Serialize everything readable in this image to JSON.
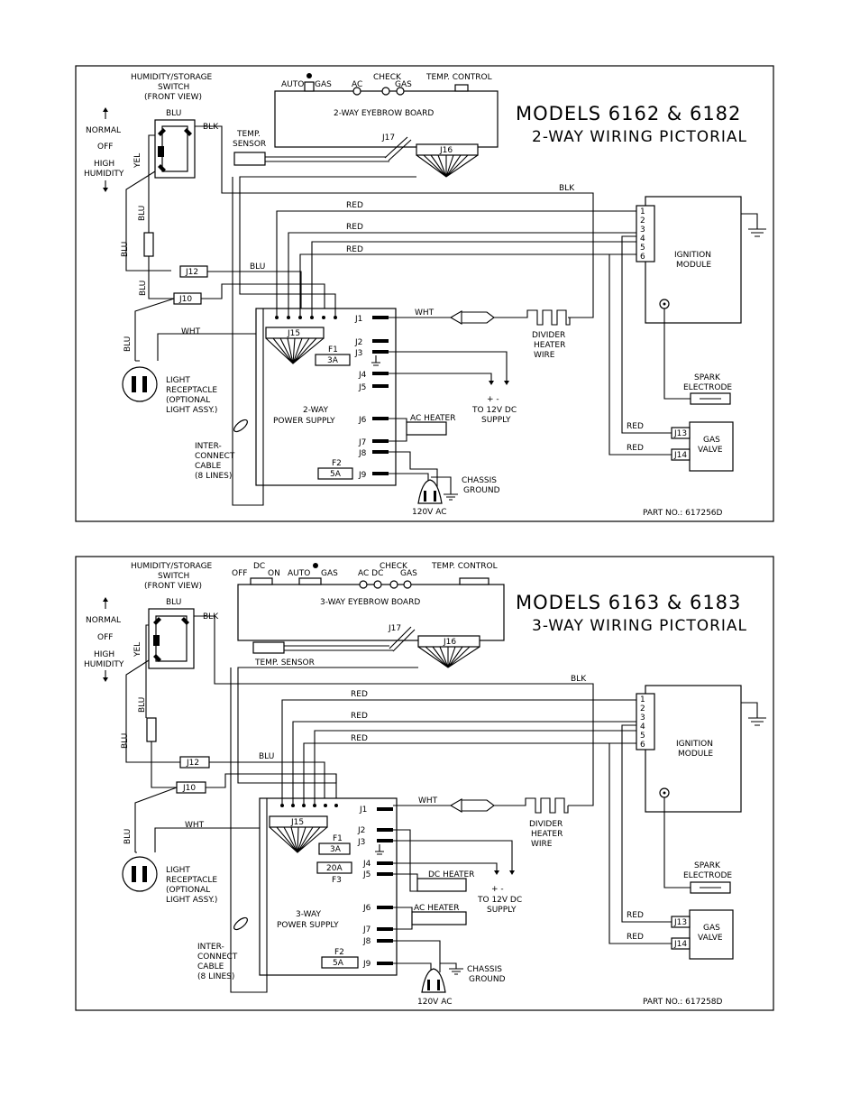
{
  "diagrams": [
    {
      "key": "d1",
      "title": "MODELS 6162 & 6182",
      "subtitle": "2-WAY WIRING PICTORIAL",
      "part_no": "PART NO.: 617256D",
      "board": "2-WAY EYEBROW BOARD",
      "board_controls": [
        "AUTO",
        "GAS",
        "AC",
        "CHECK",
        "GAS",
        "TEMP. CONTROL"
      ],
      "switch_label": [
        "HUMIDITY/STORAGE",
        "SWITCH",
        "(FRONT VIEW)"
      ],
      "switch_positions": [
        "NORMAL",
        "OFF",
        "HIGH",
        "HUMIDITY"
      ],
      "temp_sensor": [
        "TEMP.",
        "SENSOR"
      ],
      "power_supply": [
        "2-WAY",
        "POWER SUPPLY"
      ],
      "fuses": [
        {
          "name": "F1",
          "rating": "3A"
        },
        {
          "name": "F2",
          "rating": "5A"
        }
      ],
      "terminals": [
        "J1",
        "J2",
        "J3",
        "J4",
        "J5",
        "J6",
        "J7",
        "J8",
        "J9"
      ],
      "connectors": [
        "J17",
        "J16",
        "J15",
        "J12",
        "J10",
        "J13",
        "J14"
      ],
      "wires": [
        "BLU",
        "BLK",
        "YEL",
        "RED",
        "RED",
        "RED",
        "BLU",
        "BLU",
        "BLU",
        "BLU",
        "WHT",
        "WHT",
        "BLK",
        "RED",
        "RED"
      ],
      "ac_heater": "AC HEATER",
      "dc_supply": [
        "+  -",
        "TO 12V DC",
        "SUPPLY"
      ],
      "divider": [
        "DIVIDER",
        "HEATER",
        "WIRE"
      ],
      "ignition": [
        "IGNITION",
        "MODULE"
      ],
      "ignition_pins": [
        "1",
        "2",
        "3",
        "4",
        "5",
        "6"
      ],
      "spark": [
        "SPARK",
        "ELECTRODE"
      ],
      "gas_valve": [
        "GAS",
        "VALVE"
      ],
      "light": [
        "LIGHT",
        "RECEPTACLE",
        "(OPTIONAL",
        "LIGHT ASSY.)"
      ],
      "cable": [
        "INTER-",
        "CONNECT",
        "CABLE",
        "(8 LINES)"
      ],
      "chassis": [
        "CHASSIS",
        "GROUND"
      ],
      "ac_in": "120V AC"
    },
    {
      "key": "d2",
      "title": "MODELS 6163 & 6183",
      "subtitle": "3-WAY WIRING PICTORIAL",
      "part_no": "PART NO.: 617258D",
      "board": "3-WAY EYEBROW BOARD",
      "board_controls": [
        "OFF",
        "DC",
        "ON",
        "AUTO",
        "GAS",
        "AC DC",
        "CHECK",
        "GAS",
        "TEMP. CONTROL"
      ],
      "switch_label": [
        "HUMIDITY/STORAGE",
        "SWITCH",
        "(FRONT VIEW)"
      ],
      "switch_positions": [
        "NORMAL",
        "OFF",
        "HIGH",
        "HUMIDITY"
      ],
      "temp_sensor": [
        "TEMP. SENSOR"
      ],
      "power_supply": [
        "3-WAY",
        "POWER SUPPLY"
      ],
      "fuses": [
        {
          "name": "F1",
          "rating": "3A"
        },
        {
          "name": "F3",
          "rating": "20A"
        },
        {
          "name": "F2",
          "rating": "5A"
        }
      ],
      "terminals": [
        "J1",
        "J2",
        "J3",
        "J4",
        "J5",
        "J6",
        "J7",
        "J8",
        "J9"
      ],
      "connectors": [
        "J17",
        "J16",
        "J15",
        "J12",
        "J10",
        "J13",
        "J14"
      ],
      "wires": [
        "BLU",
        "BLK",
        "YEL",
        "RED",
        "RED",
        "RED",
        "BLU",
        "BLU",
        "BLU",
        "BLU",
        "WHT",
        "WHT",
        "BLK",
        "RED",
        "RED"
      ],
      "ac_heater": "AC HEATER",
      "dc_heater": "DC HEATER",
      "dc_supply": [
        "+  -",
        "TO 12V DC",
        "SUPPLY"
      ],
      "divider": [
        "DIVIDER",
        "HEATER",
        "WIRE"
      ],
      "ignition": [
        "IGNITION",
        "MODULE"
      ],
      "ignition_pins": [
        "1",
        "2",
        "3",
        "4",
        "5",
        "6"
      ],
      "spark": [
        "SPARK",
        "ELECTRODE"
      ],
      "gas_valve": [
        "GAS",
        "VALVE"
      ],
      "light": [
        "LIGHT",
        "RECEPTACLE",
        "(OPTIONAL",
        "LIGHT ASSY.)"
      ],
      "cable": [
        "INTER-",
        "CONNECT",
        "CABLE",
        "(8 LINES)"
      ],
      "chassis": [
        "CHASSIS",
        "GROUND"
      ],
      "ac_in": "120V AC"
    }
  ]
}
